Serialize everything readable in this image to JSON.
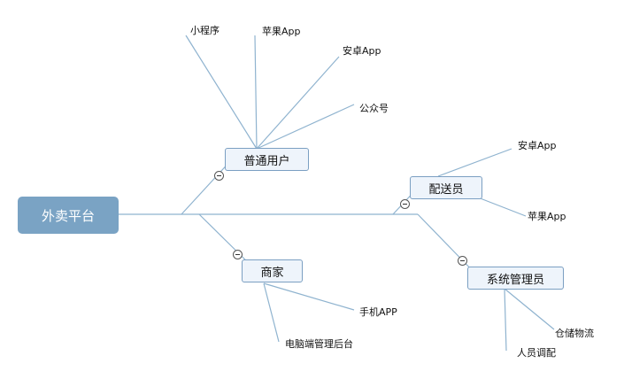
{
  "root": {
    "label": "外卖平台"
  },
  "nodes": {
    "user": {
      "label": "普通用户",
      "children": [
        "小程序",
        "苹果App",
        "安卓App",
        "公众号"
      ]
    },
    "merchant": {
      "label": "商家",
      "children": [
        "手机APP",
        "电脑端管理后台"
      ]
    },
    "courier": {
      "label": "配送员",
      "children": [
        "安卓App",
        "苹果App"
      ]
    },
    "admin": {
      "label": "系统管理员",
      "children": [
        "仓储物流",
        "人员调配"
      ]
    }
  },
  "colors": {
    "line": "#8fb3cf",
    "root": "#7aa3c4",
    "node_fill": "#eef4fb",
    "node_border": "#7b9fc2"
  }
}
